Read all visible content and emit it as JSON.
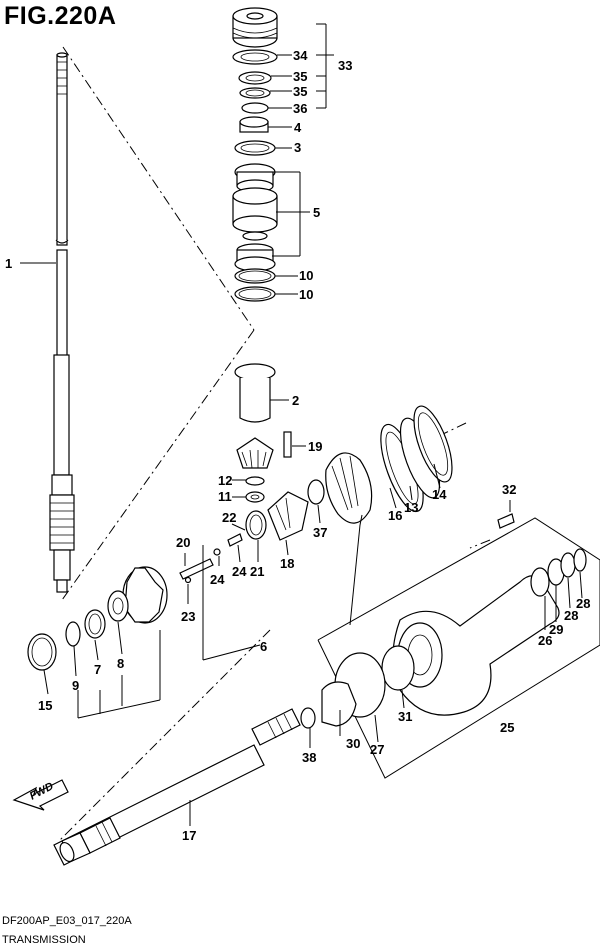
{
  "figure": {
    "title": "FIG.220A",
    "code": "DF200AP_E03_017_220A",
    "subtitle": "TRANSMISSION",
    "fwd_label": "FWD"
  },
  "callouts": [
    {
      "id": "c1",
      "text": "1"
    },
    {
      "id": "c2",
      "text": "2"
    },
    {
      "id": "c3",
      "text": "3"
    },
    {
      "id": "c4",
      "text": "4"
    },
    {
      "id": "c5",
      "text": "5"
    },
    {
      "id": "c6",
      "text": "6"
    },
    {
      "id": "c7",
      "text": "7"
    },
    {
      "id": "c8",
      "text": "8"
    },
    {
      "id": "c9",
      "text": "9"
    },
    {
      "id": "c10a",
      "text": "10"
    },
    {
      "id": "c10b",
      "text": "10"
    },
    {
      "id": "c11",
      "text": "11"
    },
    {
      "id": "c12",
      "text": "12"
    },
    {
      "id": "c13",
      "text": "13"
    },
    {
      "id": "c14",
      "text": "14"
    },
    {
      "id": "c15",
      "text": "15"
    },
    {
      "id": "c16",
      "text": "16"
    },
    {
      "id": "c17",
      "text": "17"
    },
    {
      "id": "c18",
      "text": "18"
    },
    {
      "id": "c19",
      "text": "19"
    },
    {
      "id": "c20",
      "text": "20"
    },
    {
      "id": "c21",
      "text": "21"
    },
    {
      "id": "c22",
      "text": "22"
    },
    {
      "id": "c23",
      "text": "23"
    },
    {
      "id": "c24a",
      "text": "24"
    },
    {
      "id": "c24b",
      "text": "24"
    },
    {
      "id": "c25",
      "text": "25"
    },
    {
      "id": "c26",
      "text": "26"
    },
    {
      "id": "c27",
      "text": "27"
    },
    {
      "id": "c28a",
      "text": "28"
    },
    {
      "id": "c28b",
      "text": "28"
    },
    {
      "id": "c29",
      "text": "29"
    },
    {
      "id": "c30",
      "text": "30"
    },
    {
      "id": "c31",
      "text": "31"
    },
    {
      "id": "c32",
      "text": "32"
    },
    {
      "id": "c33",
      "text": "33"
    },
    {
      "id": "c34",
      "text": "34"
    },
    {
      "id": "c35a",
      "text": "35"
    },
    {
      "id": "c35b",
      "text": "35"
    },
    {
      "id": "c36",
      "text": "36"
    },
    {
      "id": "c37",
      "text": "37"
    },
    {
      "id": "c38",
      "text": "38"
    }
  ]
}
